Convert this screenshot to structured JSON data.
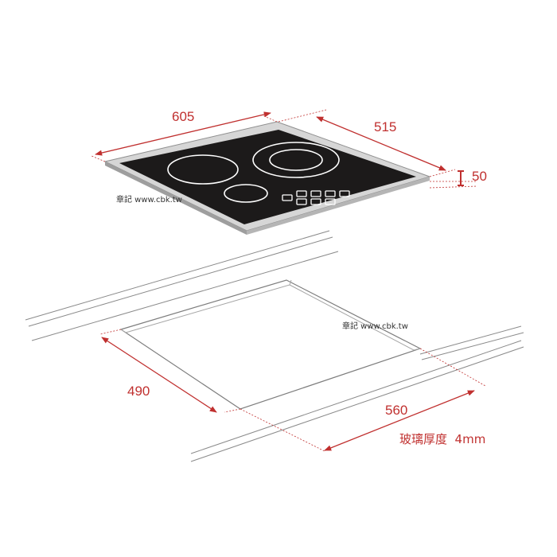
{
  "dimensions": {
    "top_width": "605",
    "top_depth": "515",
    "height": "50",
    "cutout_depth": "490",
    "cutout_width": "560"
  },
  "notes": {
    "glass_thickness": "玻璃厚度  4mm"
  },
  "watermark": "章記 www.cbk.tw",
  "colors": {
    "dimension": "#c0302f",
    "glass": "#1c1a1a",
    "frame": "#a6a6a6",
    "line": "#8a8a8a"
  }
}
